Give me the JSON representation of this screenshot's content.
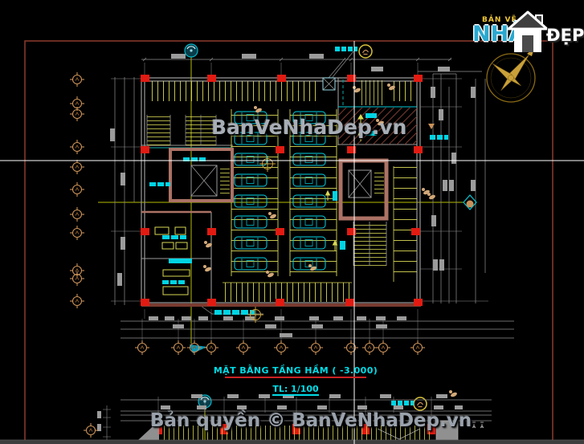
{
  "logo": {
    "top_text": "BẢN VẼ",
    "main_text": "NHÀ",
    "suffix_text": "ĐẸP"
  },
  "watermark": {
    "center_text": "BanVeNhaDep.vn",
    "copyright_text": "Bản quyền © BanVeNhaDep.vn"
  },
  "title_block": {
    "title": "MẶT BẰNG TẦNG HẦM ( -3.000)",
    "scale_label": "TL: 1/100"
  },
  "colors": {
    "background": "#000000",
    "frame_red": "#8e3b2e",
    "crosshair_white": "#ffffff",
    "wall_gray": "#9a9a9a",
    "core_wall_rosy": "#ab7265",
    "column_red": "#e11b12",
    "parking_yellow": "#d8d855",
    "car_cyan": "#00d4e4",
    "centerline_green": "#b5bd00",
    "grid_bubble_gold": "#c89058",
    "compass_gold": "#c9a03a",
    "dimension_gray": "#8f8f8f",
    "teal_wall": "#0e8a8a",
    "title_cyan": "#00dde8",
    "title_underline_red": "#cc2222",
    "watermark_gray": "#a8aeb6"
  }
}
